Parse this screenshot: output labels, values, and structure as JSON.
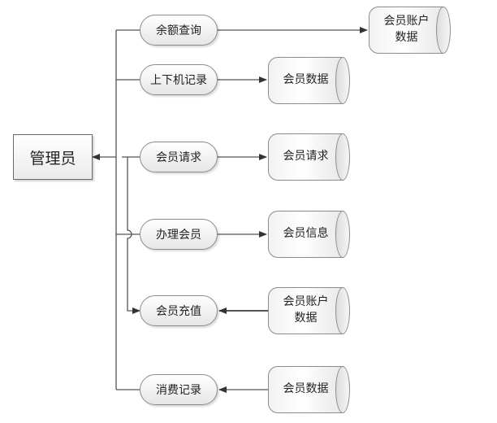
{
  "admin": {
    "label": "管理员"
  },
  "processes": [
    {
      "label": "余额查询"
    },
    {
      "label": "上下机记录"
    },
    {
      "label": "会员请求"
    },
    {
      "label": "办理会员"
    },
    {
      "label": "会员充值"
    },
    {
      "label": "消费记录"
    }
  ],
  "stores": [
    {
      "label": "会员账户\n数据"
    },
    {
      "label": "会员数据"
    },
    {
      "label": "会员请求"
    },
    {
      "label": "会员信息"
    },
    {
      "label": "会员账户\n数据"
    },
    {
      "label": "会员数据"
    }
  ]
}
